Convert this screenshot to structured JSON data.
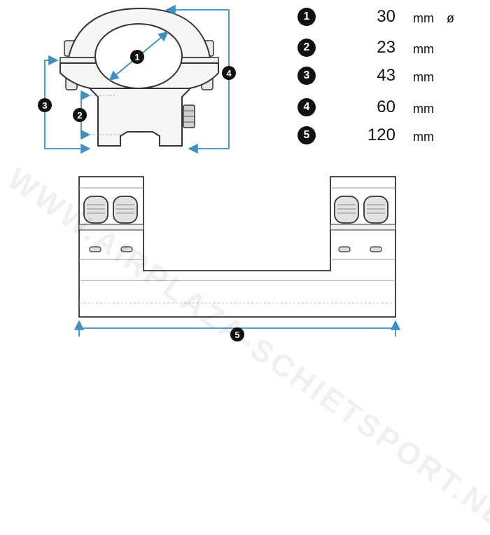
{
  "watermark": "WWW.AIRPLAZA-SCHIETSPORT.NL",
  "callouts": [
    {
      "num": "1"
    },
    {
      "num": "2"
    },
    {
      "num": "3"
    },
    {
      "num": "4"
    },
    {
      "num": "5"
    }
  ],
  "specs": [
    {
      "num": "1",
      "value": "30",
      "unit": "mm",
      "symbol": "ø"
    },
    {
      "num": "2",
      "value": "23",
      "unit": "mm",
      "symbol": ""
    },
    {
      "num": "3",
      "value": "43",
      "unit": "mm",
      "symbol": ""
    },
    {
      "num": "4",
      "value": "60",
      "unit": "mm",
      "symbol": ""
    },
    {
      "num": "5",
      "value": "120",
      "unit": "mm",
      "symbol": ""
    }
  ],
  "colors": {
    "dimension": "#3f8fc4",
    "outline": "#333333",
    "badge": "#111111"
  }
}
